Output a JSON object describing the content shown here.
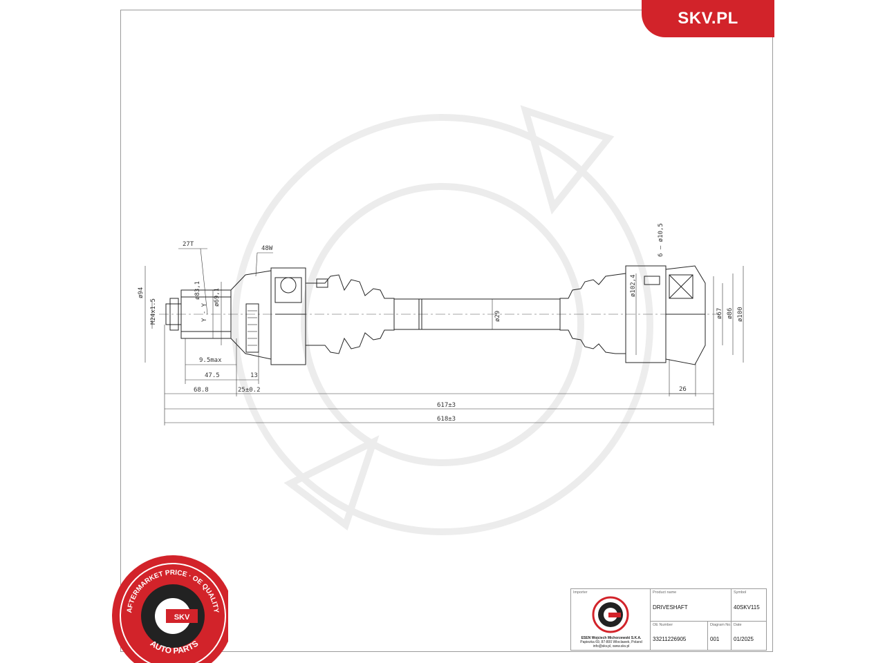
{
  "brand": {
    "text": "SKV.PL",
    "color": "#d2232a"
  },
  "drawing": {
    "labels": {
      "splines": "27T",
      "abs_ring": "48W",
      "holes": "6 – ø10,5",
      "thread": "M24x1.5",
      "dia_94": "ø94",
      "dia_83": "ø83,1",
      "dia_69": "ø69,1",
      "yy": "Y - Y",
      "dia_102": "ø102,4",
      "dia_29": "ø29",
      "dia_67": "ø67",
      "dia_86": "ø86",
      "dia_100": "ø100",
      "len_95": "9.5max",
      "len_475": "47.5",
      "len_13": "13",
      "len_688": "68.8",
      "len_25": "25±0.2",
      "len_26": "26",
      "len_617": "617±3",
      "len_618": "618±3"
    }
  },
  "title_block": {
    "importer_label": "Importer",
    "product_label": "Product name",
    "product_value": "DRIVESHAFT",
    "symbol_label": "Symbol",
    "symbol_value": "40SKV115",
    "oe_label": "OE Number",
    "oe_value": "33211226905",
    "diagram_label": "Diagram No.",
    "diagram_value": "001",
    "date_label": "Date",
    "date_value": "01/2025",
    "company_name": "ESEN Wojciech Michorzewski S.K.A.",
    "company_address": "Papiezka 69, 87-800 Wloclawek, Poland",
    "company_contact": "info@skv.pl, www.skv.pl"
  },
  "badge": {
    "ring_text": "AFTERMARKET PRICE · OE QUALITY",
    "center_text": "SKV",
    "bottom_text": "AUTO PARTS",
    "color": "#d2232a"
  }
}
